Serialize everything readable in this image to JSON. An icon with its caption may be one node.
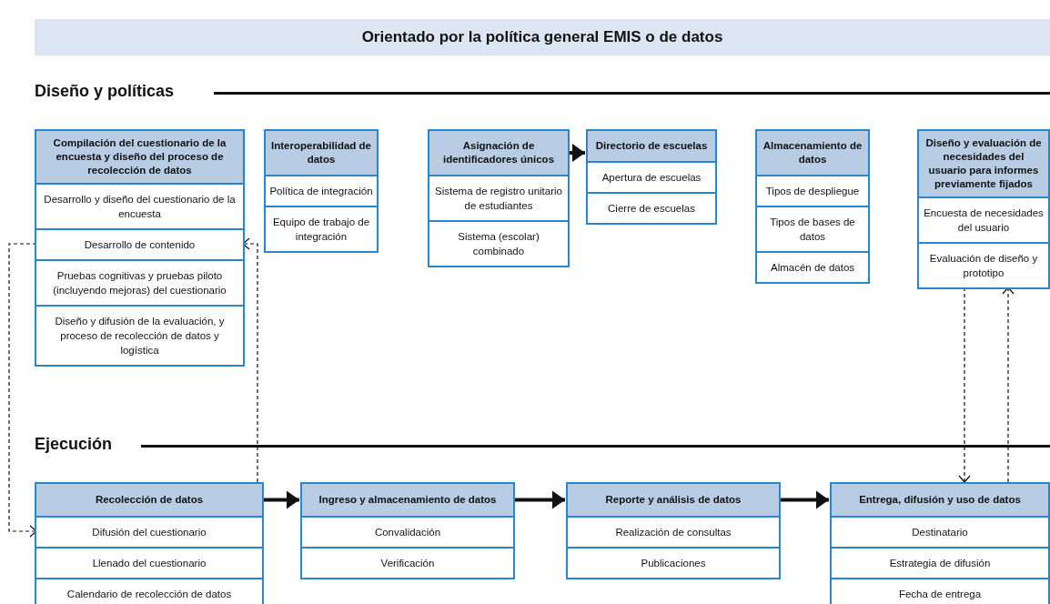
{
  "diagram": {
    "title": "Orientado por la política general EMIS o de datos",
    "nodes": [
      {
        "text": [
          "Compilación del cuestionario de la encuesta y diseño del proceso de recolección de datos"
        ]
      },
      {
        "text": [
          "Desarrollo y diseño del cuestionario de la encuesta"
        ],
        "in": 0
      },
      {
        "text": [
          "Desarrollo de contenido"
        ],
        "in": 0
      },
      {
        "text": [
          "Pruebas cognitivas y pruebas piloto (incluyendo mejoras) del cuestionario"
        ],
        "in": 0
      },
      {
        "text": [
          "Diseño y difusión de la evaluación, y proceso de recolección de datos y logística"
        ],
        "in": 0
      },
      {
        "text": [
          "Interoperabilidad de datos"
        ]
      },
      {
        "text": [
          "Política de integración"
        ],
        "in": 5
      },
      {
        "text": [
          "Equipo de trabajo de integración"
        ],
        "in": 5
      },
      {
        "text": [
          "Asignación de identificadores únicos"
        ]
      },
      {
        "text": [
          "Sistema de registro unitario de estudiantes"
        ],
        "in": 8
      },
      {
        "text": [
          "Sistema (escolar) combinado"
        ],
        "in": 8
      },
      {
        "text": [
          "Directorio de escuelas"
        ]
      },
      {
        "text": [
          "Apertura de escuelas"
        ],
        "in": 11
      },
      {
        "text": [
          "Cierre de escuelas"
        ],
        "in": 11
      },
      {
        "text": [
          "Almacenamiento de datos"
        ]
      },
      {
        "text": [
          "Tipos de despliegue"
        ],
        "in": 14
      },
      {
        "text": [
          "Tipos de bases de datos"
        ],
        "in": 14
      },
      {
        "text": [
          "Almacén de datos"
        ],
        "in": 14
      },
      {
        "text": [
          "Diseño y evaluación de necesidades del usuario para informes previamente fijados"
        ]
      },
      {
        "text": [
          "Encuesta de necesidades del usuario"
        ],
        "in": 18
      },
      {
        "text": [
          "Evaluación de diseño y prototipo"
        ],
        "in": 18
      },
      {
        "text": [
          "Recolección de datos"
        ]
      },
      {
        "text": [
          "Difusión del cuestionario"
        ],
        "in": 21
      },
      {
        "text": [
          "Llenado del cuestionario"
        ],
        "in": 21
      },
      {
        "text": [
          "Calendario de recolección de datos"
        ],
        "in": 21
      },
      {
        "text": [
          "Ingreso y almacenamiento de datos"
        ]
      },
      {
        "text": [
          "Convalidación"
        ],
        "in": 25
      },
      {
        "text": [
          "Verificación"
        ],
        "in": 25
      },
      {
        "text": [
          "Reporte y análisis de datos"
        ]
      },
      {
        "text": [
          "Realización de consultas"
        ],
        "in": 28
      },
      {
        "text": [
          "Publicaciones"
        ],
        "in": 28
      },
      {
        "text": [
          "Entrega, difusión y uso de datos"
        ]
      },
      {
        "text": [
          "Destinatario"
        ],
        "in": 31
      },
      {
        "text": [
          "Estrategia de difusión"
        ],
        "in": 31
      },
      {
        "text": [
          "Fecha de entrega"
        ],
        "in": 31
      }
    ],
    "edges": [
      {
        "from": 8,
        "to": 11,
        "arrow": "to",
        "style": "thick"
      },
      {
        "from": 21,
        "to": 25,
        "arrow": "to",
        "style": "thick"
      },
      {
        "from": 25,
        "to": 28,
        "arrow": "to",
        "style": "thick"
      },
      {
        "from": 28,
        "to": 31,
        "arrow": "to",
        "style": "thick"
      },
      {
        "from": 2,
        "to": 22,
        "arrow": "to",
        "style": "dashed"
      },
      {
        "from": 21,
        "to": 2,
        "arrow": "to",
        "style": "dashed"
      },
      {
        "from": 20,
        "to": 31,
        "arrow": "to",
        "style": "dashed"
      },
      {
        "from": 31,
        "to": 20,
        "arrow": "to",
        "style": "dashed"
      }
    ],
    "labels": [
      "Diseño y políticas",
      "Ejecución"
    ]
  }
}
